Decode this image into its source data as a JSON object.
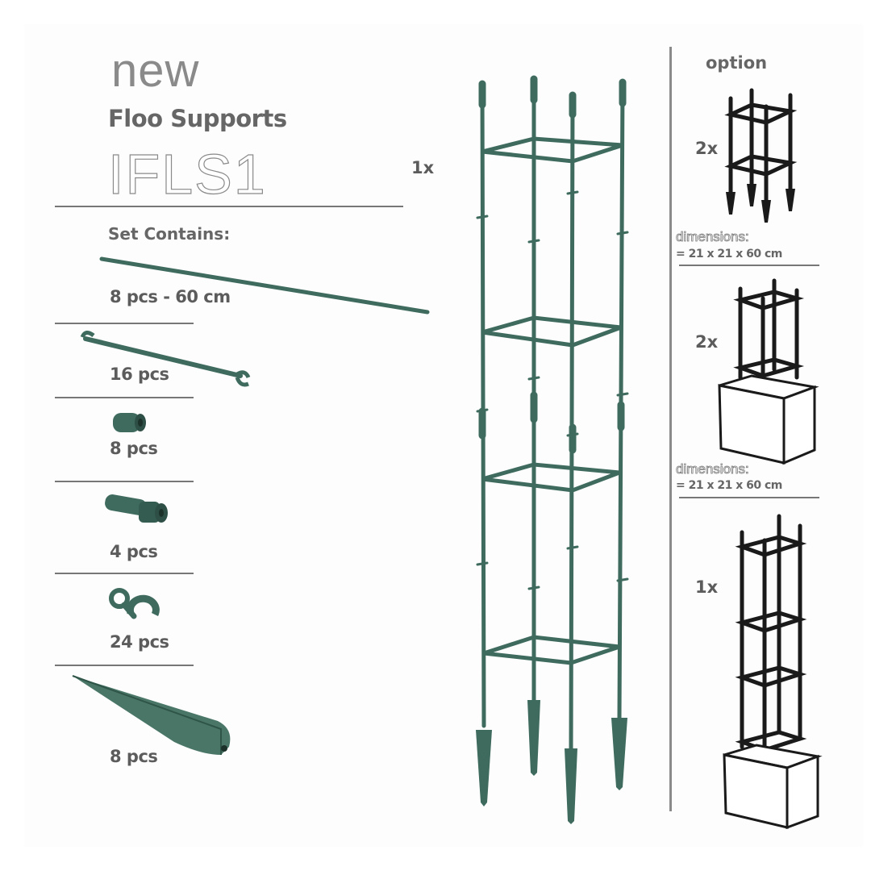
{
  "header": {
    "new_label": "new",
    "product_name": "Floo Supports",
    "product_code": "IFLS1"
  },
  "set": {
    "heading": "Set Contains:",
    "main_qty": "1x",
    "items": [
      {
        "qty": "8 pcs - 60 cm",
        "icon": "rod-icon"
      },
      {
        "qty": "16 pcs",
        "icon": "connector-arm-icon"
      },
      {
        "qty": "8 pcs",
        "icon": "sleeve-icon"
      },
      {
        "qty": "4 pcs",
        "icon": "joint-icon"
      },
      {
        "qty": "24 pcs",
        "icon": "clip-icon"
      },
      {
        "qty": "8 pcs",
        "icon": "ground-spike-icon"
      }
    ]
  },
  "options": {
    "title": "option",
    "configs": [
      {
        "qty": "2x",
        "dim_label": "dimensions:",
        "dim_value": "= 21 x 21 x 60 cm"
      },
      {
        "qty": "2x",
        "dim_label": "dimensions:",
        "dim_value": "= 21 x 21 x 60 cm"
      },
      {
        "qty": "1x"
      }
    ]
  },
  "colors": {
    "accent_green": "#3f6b5e",
    "text_gray": "#5c5c5c",
    "rule_gray": "#777777",
    "outline_black": "#1a1a1a"
  }
}
